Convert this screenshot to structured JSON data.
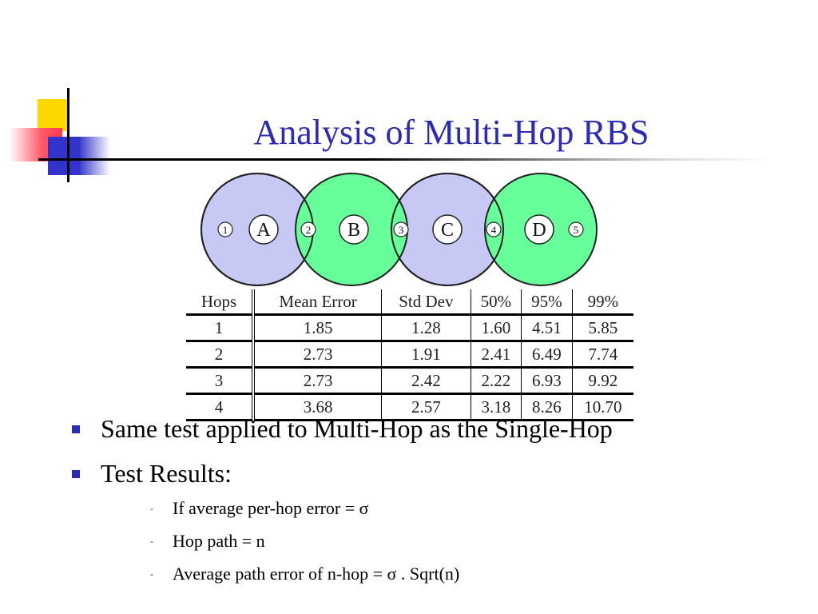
{
  "title": "Analysis of Multi-Hop RBS",
  "diagram": {
    "nodes": [
      "A",
      "B",
      "C",
      "D"
    ],
    "positions": [
      "1",
      "2",
      "3",
      "4",
      "5"
    ],
    "colors": {
      "lavender": "#c8c8f5",
      "green": "#66ff99",
      "stroke": "#222222"
    }
  },
  "table": {
    "headers": [
      "Hops",
      "Mean Error",
      "Std Dev",
      "50%",
      "95%",
      "99%"
    ],
    "rows": [
      [
        "1",
        "1.85",
        "1.28",
        "1.60",
        "4.51",
        "5.85"
      ],
      [
        "2",
        "2.73",
        "1.91",
        "2.41",
        "6.49",
        "7.74"
      ],
      [
        "3",
        "2.73",
        "2.42",
        "2.22",
        "6.93",
        "9.92"
      ],
      [
        "4",
        "3.68",
        "2.57",
        "3.18",
        "8.26",
        "10.70"
      ]
    ]
  },
  "bullets": [
    "Same test applied to Multi-Hop as the Single-Hop",
    "Test Results:"
  ],
  "subbullets": [
    "If average per-hop error = σ",
    "Hop path = n",
    "Average path error of n-hop = σ . Sqrt(n)"
  ],
  "colors": {
    "title": "#2b2bb3",
    "bullet": "#2b2bb3"
  }
}
